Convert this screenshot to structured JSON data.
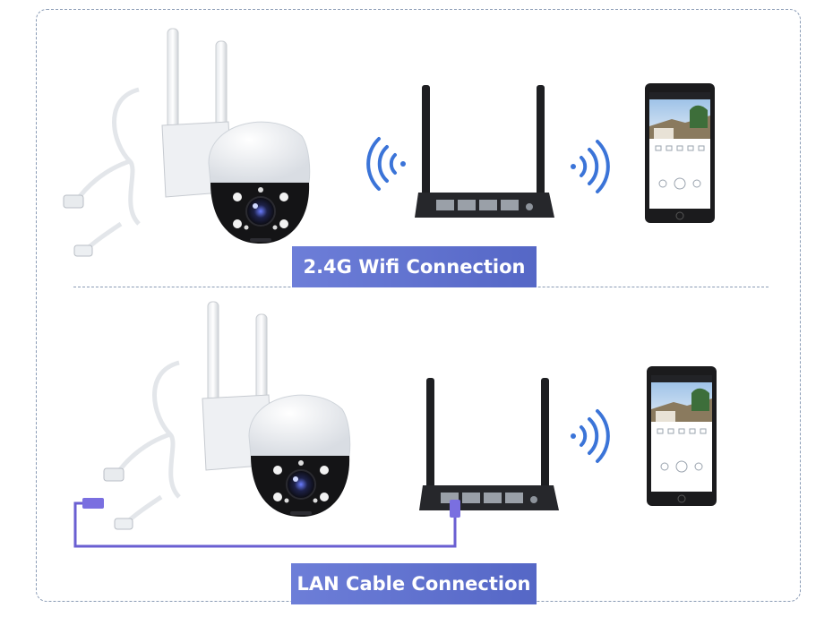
{
  "sections": [
    {
      "label": "2.4G Wifi Connection",
      "mode": "wifi"
    },
    {
      "label": "LAN Cable Connection",
      "mode": "lan"
    }
  ],
  "colors": {
    "border": "#8a9bb5",
    "banner": "#5f71d0",
    "wifi_signal": "#3b74d8",
    "lan_cable": "#6a5fd2"
  },
  "icons": [
    "camera-icon",
    "router-icon",
    "phone-icon",
    "wifi-signal-icon",
    "lan-cable-icon"
  ]
}
